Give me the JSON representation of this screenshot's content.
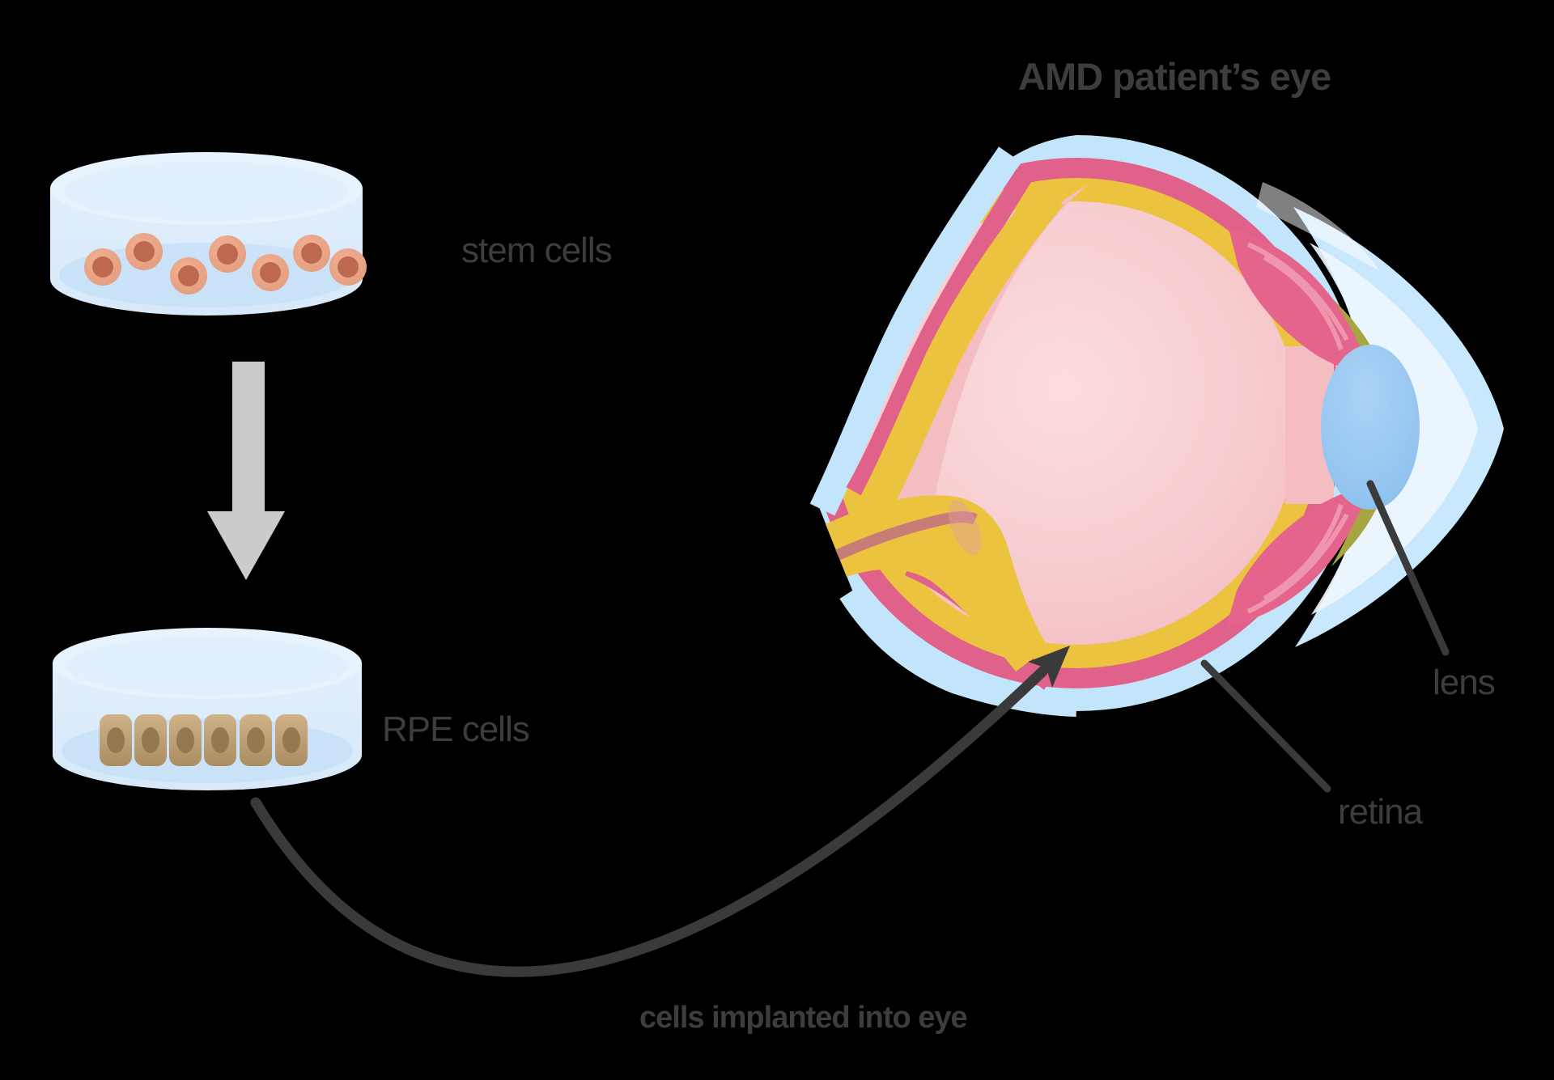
{
  "title": "AMD patient’s eye",
  "dishes": {
    "stem": {
      "label": "stem cells",
      "cell_count": 7
    },
    "rpe": {
      "label": "RPE cells",
      "cell_count": 6
    }
  },
  "eye": {
    "lens_label": "lens",
    "retina_label": "retina"
  },
  "process": {
    "implant_caption": "cells implanted into eye"
  },
  "colors": {
    "background": "#000000",
    "text": "#3d3d3d",
    "dish_body": "#ddecfb",
    "dish_top": "#e9f3fd",
    "dish_top_inner": "#e0eefb",
    "dish_liquid": "#c9e1f8",
    "stem_cell_outer": "#e9a07f",
    "stem_cell_nucleus": "#bd6950",
    "rpe_cell_body": "#c0a074",
    "rpe_cell_nucleus": "#97774f",
    "gray_arrow": "#cbcbcb",
    "dark_arrow": "#3a3a3a",
    "sclera_blue": "#c3e5fc",
    "choroid_pink": "#e0618a",
    "retina_yellow": "#ecc33e",
    "vitreous_pink_edge": "#f3bdc1",
    "lens_blue": "#8abded",
    "iris_olive": "#a7a53f",
    "ciliary_pink": "#e4648c",
    "ciliary_streak": "#ef95ac",
    "nerve_stripe": "#c4747e",
    "cornea_white": "#eef6fe"
  }
}
